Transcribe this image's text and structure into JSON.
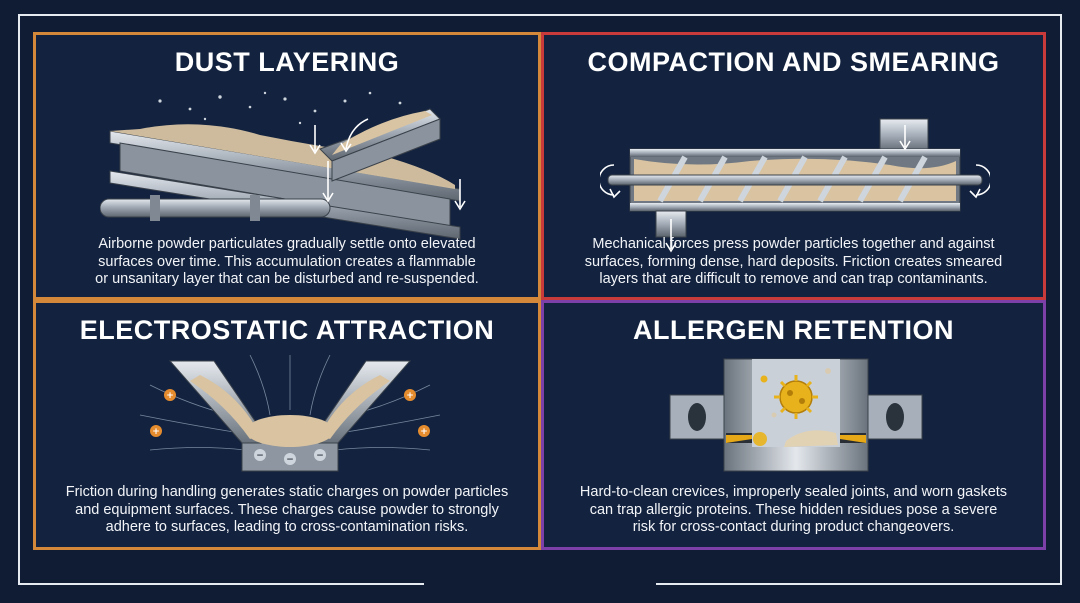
{
  "panels": [
    {
      "title": "DUST LAYERING",
      "lines": [
        "Airborne powder particulates gradually settle onto elevated",
        "surfaces over time. This accumulation creates a flammable",
        "or unsanitary layer that can be disturbed and re-suspended."
      ],
      "icon": "steel-beam-dust-illustration"
    },
    {
      "title": "COMPACTION AND SMEARING",
      "lines": [
        "Mechanical forces press powder particles together and against",
        "surfaces, forming dense, hard deposits. Friction creates smeared",
        "layers that are difficult to remove and can trap contaminants."
      ],
      "icon": "screw-conveyor-illustration"
    },
    {
      "title": "ELECTROSTATIC ATTRACTION",
      "lines": [
        "Friction during handling generates static charges on powder particles",
        "and equipment surfaces. These charges cause powder to strongly",
        "adhere to surfaces, leading to cross-contamination risks."
      ],
      "icon": "charged-hopper-illustration"
    },
    {
      "title": "ALLERGEN RETENTION",
      "lines": [
        "Hard-to-clean crevices, improperly sealed joints, and worn gaskets",
        "can trap allergic proteins. These hidden residues pose a severe",
        "risk for cross-contact during product changeovers."
      ],
      "icon": "flange-allergen-illustration"
    }
  ],
  "colors": {
    "background": "#0f1c33",
    "panel_orange": "#d4883a",
    "panel_red": "#c93b3b",
    "panel_purple": "#7d3fa8"
  }
}
